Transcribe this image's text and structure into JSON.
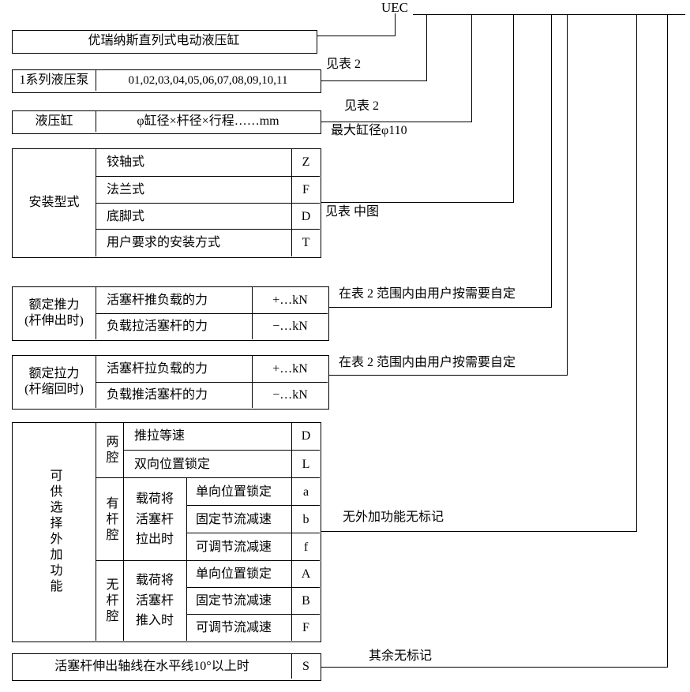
{
  "code": "UEC",
  "product": {
    "name": "优瑞纳斯直列式电动液压缸"
  },
  "pump": {
    "label": "1系列液压泵",
    "values": "01,02,03,04,05,06,07,08,09,10,11",
    "note": "见表 2"
  },
  "cylinder": {
    "label": "液压缸",
    "spec": "φ缸径×杆径×行程……mm",
    "note_above": "见表 2",
    "note_below": "最大缸径φ110"
  },
  "mounting": {
    "label": "安装型式",
    "note": "见表 中图",
    "rows": [
      {
        "label": "铰轴式",
        "code": "Z"
      },
      {
        "label": "法兰式",
        "code": "F"
      },
      {
        "label": "底脚式",
        "code": "D"
      },
      {
        "label": "用户要求的安装方式",
        "code": "T"
      }
    ]
  },
  "rated_push": {
    "label_line1": "额定推力",
    "label_line2": "(杆伸出时)",
    "note": "在表 2 范围内由用户按需要自定",
    "rows": [
      {
        "label": "活塞杆推负载的力",
        "value": "+…kN"
      },
      {
        "label": "负载拉活塞杆的力",
        "value": "−…kN"
      }
    ]
  },
  "rated_pull": {
    "label_line1": "额定拉力",
    "label_line2": "(杆缩回时)",
    "note": "在表 2 范围内由用户按需要自定",
    "rows": [
      {
        "label": "活塞杆拉负载的力",
        "value": "+…kN"
      },
      {
        "label": "负载推活塞杆的力",
        "value": "−…kN"
      }
    ]
  },
  "functions": {
    "label": "可供选择外加功能",
    "note": "无外加功能无标记",
    "groups": [
      {
        "chamber": "两腔",
        "rows": [
          {
            "label": "推拉等速",
            "code": "D"
          },
          {
            "label": "双向位置锁定",
            "code": "L"
          }
        ]
      },
      {
        "chamber": "有杆腔",
        "condition": "载荷将活塞杆拉出时",
        "rows": [
          {
            "label": "单向位置锁定",
            "code": "a"
          },
          {
            "label": "固定节流减速",
            "code": "b"
          },
          {
            "label": "可调节流减速",
            "code": "f"
          }
        ]
      },
      {
        "chamber": "无杆腔",
        "condition": "载荷将活塞杆推入时",
        "rows": [
          {
            "label": "单向位置锁定",
            "code": "A"
          },
          {
            "label": "固定节流减速",
            "code": "B"
          },
          {
            "label": "可调节流减速",
            "code": "F"
          }
        ]
      }
    ]
  },
  "axis_condition": {
    "label": "活塞杆伸出轴线在水平线10°以上时",
    "code": "S",
    "note": "其余无标记"
  }
}
